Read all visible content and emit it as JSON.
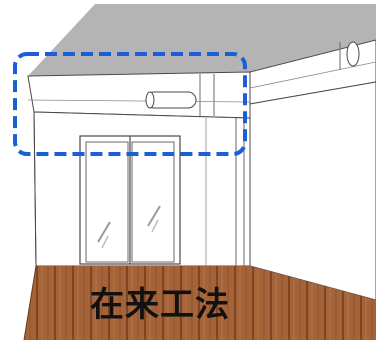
{
  "caption": "在来工法",
  "icons": [
    "room-illustration",
    "duct-pipe-icon",
    "highlight-dashed-box"
  ],
  "colors": {
    "ceiling": "#b4b4b4",
    "wall": "#ffffff",
    "floor": "#a5633a",
    "highlight": "#1a5fd6",
    "line": "#4a4a4a"
  }
}
